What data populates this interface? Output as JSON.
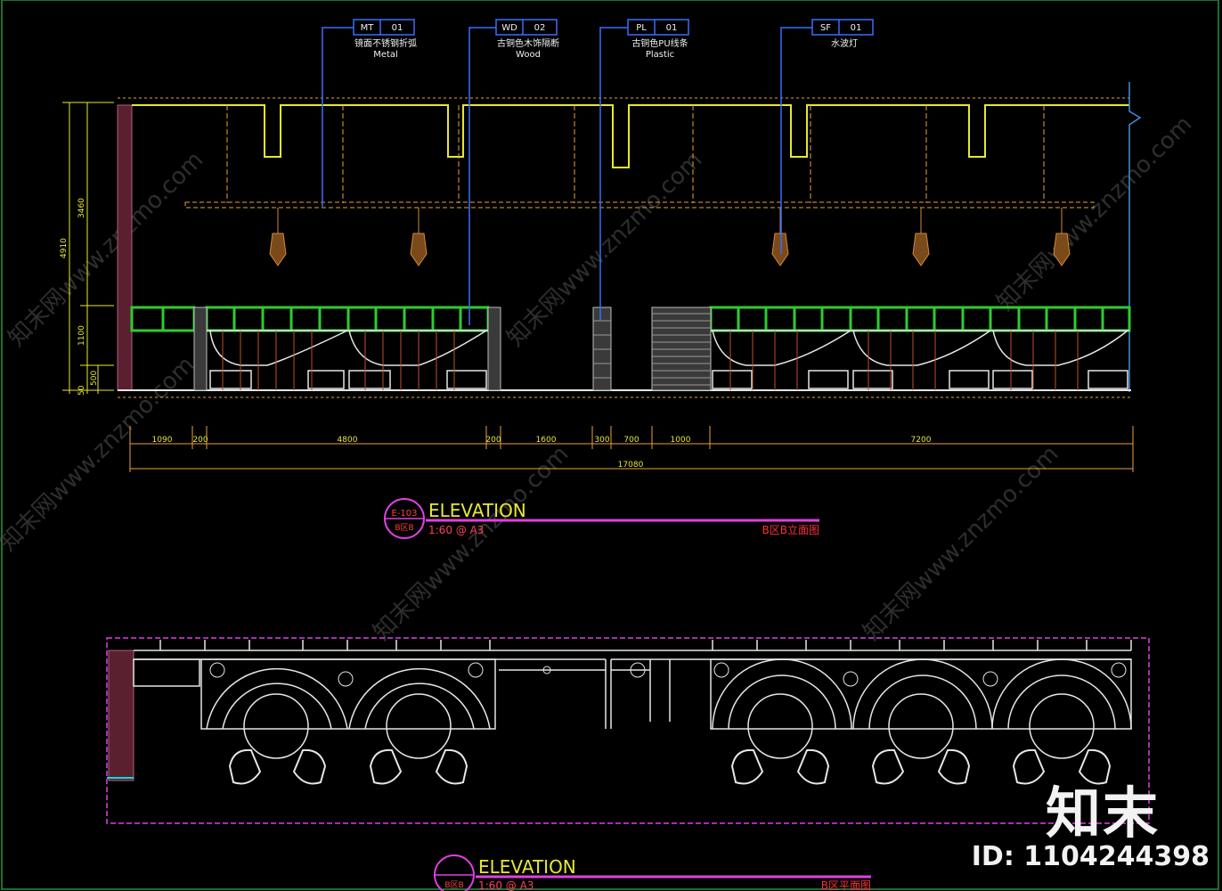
{
  "tags": [
    {
      "code": "MT",
      "num": "01",
      "cn": "镜面不锈钢折弧",
      "en": "Metal"
    },
    {
      "code": "WD",
      "num": "02",
      "cn": "古铜色木饰隔断",
      "en": "Wood"
    },
    {
      "code": "PL",
      "num": "01",
      "cn": "古铜色PU线条",
      "en": "Plastic"
    },
    {
      "code": "SF",
      "num": "01",
      "cn": "水波灯",
      "en": ""
    }
  ],
  "dims_vertical": {
    "total": "4910",
    "upper": "3460",
    "mid": "1100",
    "low1": "500",
    "low2": "50"
  },
  "dims_horizontal": [
    "1090",
    "200",
    "4800",
    "200",
    "1600",
    "300",
    "700",
    "1000",
    "7200"
  ],
  "dims_total": "17080",
  "elevation_1": {
    "ref_top": "E-103",
    "ref_bottom": "B区B",
    "title": "ELEVATION",
    "scale": "1:60 @ A3",
    "caption": "B区B立面图"
  },
  "elevation_2": {
    "ref_bottom": "B区B",
    "title": "ELEVATION",
    "scale": "1:60 @ A3",
    "caption": "B区平面图"
  },
  "watermark": "知末网www.znzmo.com",
  "brand": "知末",
  "image_id": "ID: 1104244398",
  "colors": {
    "background": "#000000",
    "tag_blue": "#3a6cff",
    "ceiling": "#e8e830",
    "dim": "#e8a23a",
    "seat_green": "#2ecc2e",
    "magenta": "#e040e0",
    "white_line": "#e6e6e6",
    "brown": "#7a3b14",
    "title": "#e8e830",
    "caption": "#ff3040"
  }
}
